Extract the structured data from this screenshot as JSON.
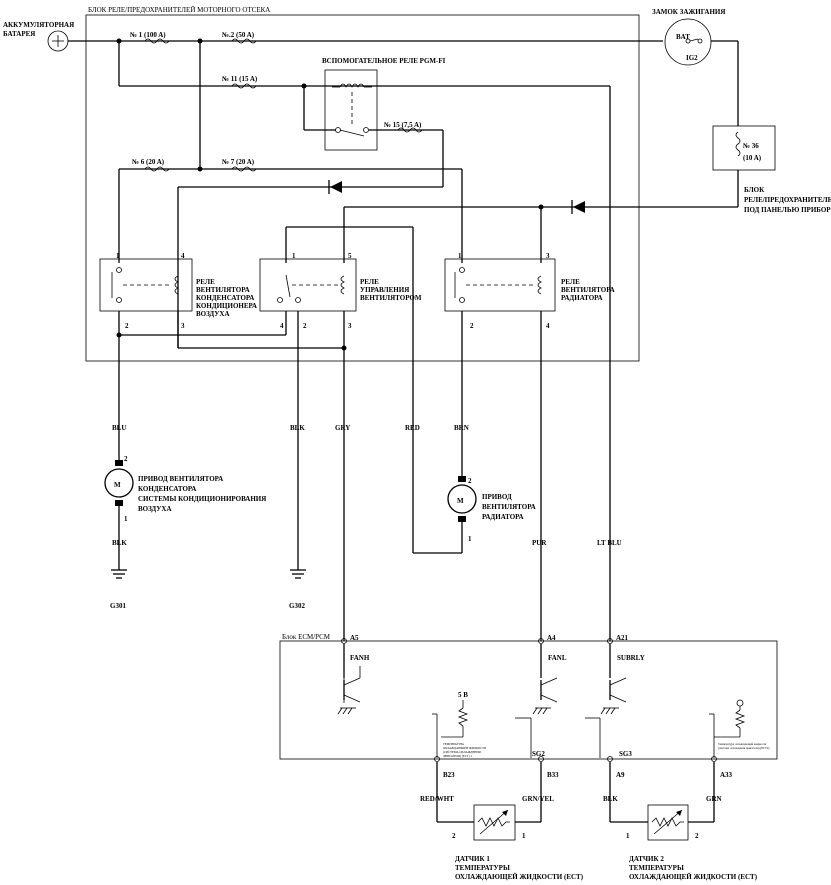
{
  "labels": {
    "battery": [
      "АККУМУЛЯТОРНАЯ",
      "БАТАРЕЯ"
    ],
    "engine_box": "БЛОК РЕЛЕ/ПРЕДОХРАНИТЕЛЕЙ МОТОРНОГО ОТСЕКА",
    "ignition_switch": "ЗАМОК ЗАЖИГАНИЯ",
    "bat": "BAT",
    "ig2": "IG2",
    "fuse1": "№ 1 (100 A)",
    "fuse2": "№.2 (50 A)",
    "fuse11": "№ 11 (15 A)",
    "fuse15": "№ 15 (7,5 A)",
    "fuse6": "№ 6 (20 A)",
    "fuse7": "№ 7 (20 A)",
    "fuse36": [
      "№ 36",
      "(10 A)"
    ],
    "aux_relay": "ВСПОМОГАТЕЛЬНОЕ РЕЛЕ PGM-FI",
    "dash_box": [
      "БЛОК",
      "РЕЛЕ/ПРЕДОХРАНИТЕЛЕЙ",
      "ПОД ПАНЕЛЬЮ ПРИБОРОВ"
    ],
    "relay_ac": [
      "РЕЛЕ",
      "ВЕНТИЛЯТОРА",
      "КОНДЕНСАТОРА",
      "КОНДИЦИОНЕРА",
      "ВОЗДУХА"
    ],
    "relay_ctrl": [
      "РЕЛЕ",
      "УПРАВЛЕНИЯ",
      "ВЕНТИЛЯТОРОМ"
    ],
    "relay_rad": [
      "РЕЛЕ",
      "ВЕНТИЛЯТОРА",
      "РАДИАТОРА"
    ],
    "motor_ac": [
      "ПРИВОД ВЕНТИЛЯТОРА",
      "КОНДЕНСАТОРА",
      "СИСТЕМЫ КОНДИЦИОНИРОВАНИЯ",
      "ВОЗДУХА"
    ],
    "motor_rad": [
      "ПРИВОД",
      "ВЕНТИЛЯТОРА",
      "РАДИАТОРА"
    ],
    "motor_letter": "M",
    "ecm": "Блок ECM/PCM",
    "fanh": "FANH",
    "fanl": "FANL",
    "subrly": "SUBRLY",
    "five_v": "5 В",
    "ect1_small": [
      "ТЕМПЕРАТУРА",
      "ОХЛАЖДАЮЩЕЙ ЖИДКОСТИ",
      "(СИСТЕМА ОХЛАЖДЕНИЯ",
      "ДВИГАТЕЛЯ) (ECT) 1"
    ],
    "ect2_small": [
      "Температура охлаждающей жидкости",
      "(система охлаждения двигателя) (ECT2)"
    ],
    "sensor1": [
      "ДАТЧИК 1",
      "ТЕМПЕРАТУРЫ",
      "ОХЛАЖДАЮЩЕЙ ЖИДКОСТИ (ECT)"
    ],
    "sensor2": [
      "ДАТЧИК 2",
      "ТЕМПЕРАТУРЫ",
      "ОХЛАЖДАЮЩЕЙ ЖИДКОСТИ (ECT)"
    ],
    "g301": "G301",
    "g302": "G302"
  },
  "pins": {
    "ac_1": "1",
    "ac_4": "4",
    "ac_2": "2",
    "ac_3": "3",
    "ctrl_1": "1",
    "ctrl_5": "5",
    "ctrl_4": "4",
    "ctrl_2": "2",
    "ctrl_3": "3",
    "rad_1": "1",
    "rad_3": "3",
    "rad_2": "2",
    "rad_4": "4",
    "motor_ac_2": "2",
    "motor_ac_1": "1",
    "motor_rad_2": "2",
    "motor_rad_1": "1",
    "a5": "A5",
    "a4": "A4",
    "a21": "A21",
    "b23": "B23",
    "b33": "B33",
    "a9": "A9",
    "a33": "A33",
    "sg2": "SG2",
    "sg3": "SG3",
    "s1_2": "2",
    "s1_1": "1",
    "s2_1": "1",
    "s2_2": "2"
  },
  "wires": {
    "blu": "BLU",
    "blk_g302": "BLK",
    "gry": "GRY",
    "red": "RED",
    "brn": "BRN",
    "blk_g301": "BLK",
    "pur": "PUR",
    "lt_blu": "LT BLU",
    "red_wht": "RED/WHT",
    "grn_yel": "GRN/YEL",
    "blk_s2": "BLK",
    "grn": "GRN"
  }
}
